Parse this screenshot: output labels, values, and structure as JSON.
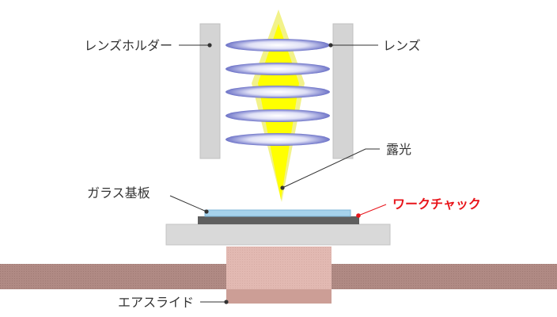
{
  "labels": {
    "lens_holder": "レンズホルダー",
    "lens": "レンズ",
    "exposure": "露光",
    "glass_substrate": "ガラス基板",
    "work_chuck": "ワークチャック",
    "air_slide": "エアスライド"
  },
  "colors": {
    "holder": "#d4d4d4",
    "lens_edge": "#6e74c8",
    "lens_center": "#ffffff",
    "beam": "#ffff00",
    "beam_halo": "#f2f28a",
    "glass": "#a6d2ec",
    "chuck": "#5f5f5f",
    "stage": "#d9d9d9",
    "rail": "#b08a84",
    "air_slide_upper": "#e2b9b2",
    "air_slide_lower": "#cc9e96",
    "leader": "#333333",
    "highlight_text": "#e8151b"
  },
  "icons": {
    "leader_endpoint": "dot-marker"
  }
}
